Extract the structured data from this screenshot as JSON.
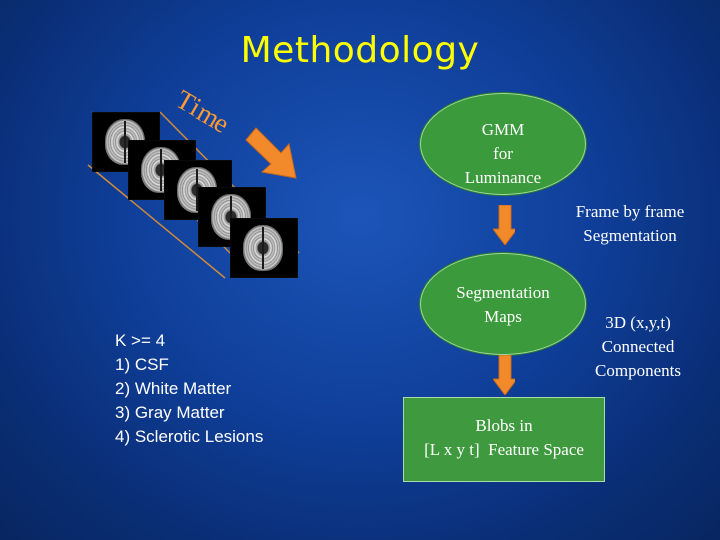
{
  "title": "Methodology",
  "time_label": "Time",
  "time_letters": [
    "T",
    "i",
    "m",
    "e"
  ],
  "gmm_node": {
    "lines": [
      "GMM",
      "for",
      "Luminance"
    ]
  },
  "frame_by_frame": {
    "lines": [
      "Frame by frame",
      "Segmentation"
    ]
  },
  "segmentation_node": {
    "lines": [
      "Segmentation",
      "Maps"
    ]
  },
  "connected_components": {
    "lines": [
      "3D (x,y,t)",
      "Connected",
      "Components"
    ]
  },
  "blobs_node": {
    "lines": [
      "Blobs in",
      "[L x y t]  Feature Space"
    ]
  },
  "classes": {
    "lines": [
      "K >= 4",
      "1) CSF",
      "2) White Matter",
      "3) Gray Matter",
      "4) Sclerotic Lesions"
    ]
  },
  "colors": {
    "title": "#ffff00",
    "time_label": "#ff9a33",
    "node_fill": "#3b9a3b",
    "arrow": "#f28a2b",
    "guide_lines": "#d08a3a",
    "background": "#0f3f9a"
  },
  "icons": [
    "mri-slice-image",
    "time-arrow-icon",
    "down-arrow-icon"
  ]
}
